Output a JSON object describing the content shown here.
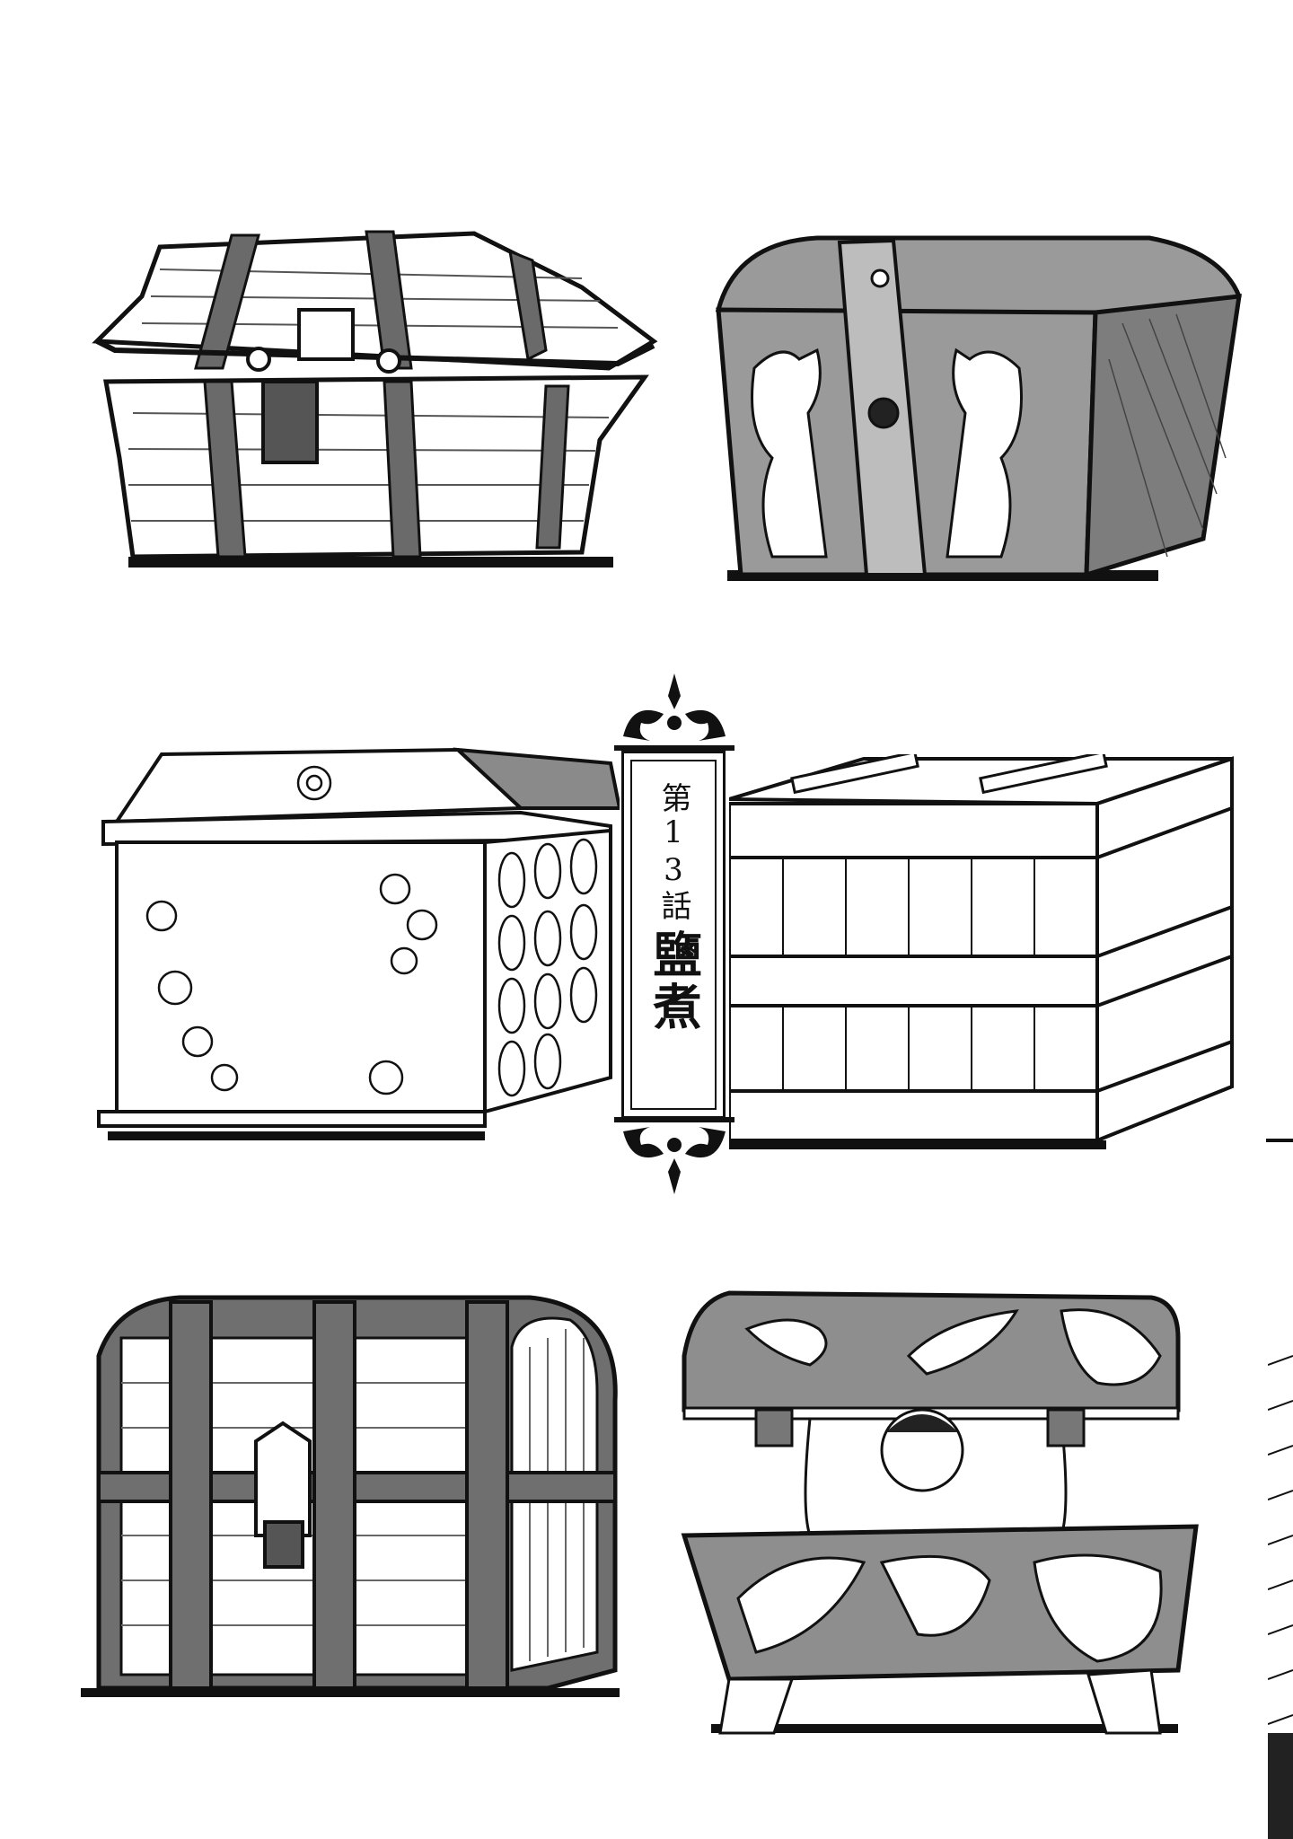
{
  "title_plate": {
    "chapter": "第13話",
    "title": "鹽煮"
  },
  "illustrations": [
    {
      "id": "chest-wooden-bulging",
      "icon": "treasure-chest-icon"
    },
    {
      "id": "chest-winged-lions",
      "icon": "ornate-chest-icon"
    },
    {
      "id": "chest-floral",
      "icon": "floral-chest-icon"
    },
    {
      "id": "crate-wooden",
      "icon": "wooden-crate-icon"
    },
    {
      "id": "chest-iron-banded",
      "icon": "iron-chest-icon"
    },
    {
      "id": "chest-mimic-with-boy",
      "icon": "mimic-chest-icon"
    }
  ],
  "colors": {
    "ink": "#111111",
    "paper": "#ffffff",
    "screentone": "#8a8a8a"
  }
}
